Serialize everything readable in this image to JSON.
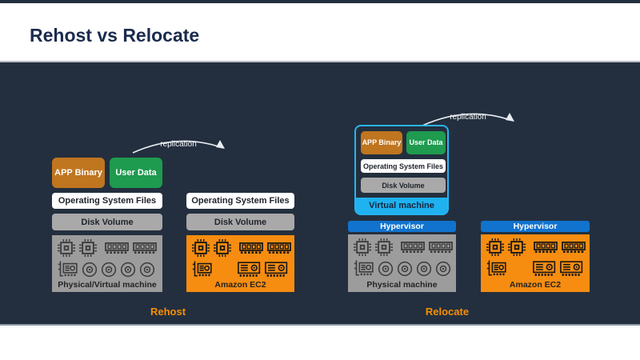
{
  "title": "Rehost vs Relocate",
  "colors": {
    "background_dark": "#232f3e",
    "header_bg": "#ffffff",
    "title_text": "#1b2b4e",
    "app_binary_orange": "#c0751f",
    "user_data_green": "#1e9b4f",
    "disk_volume_gray": "#a9a9a9",
    "machine_gray": "#9c9c9c",
    "ec2_orange": "#f68d11",
    "hypervisor_blue": "#1173ce",
    "virtual_machine_cyan": "#1fb1f0",
    "accent_orange": "#f78f04"
  },
  "hardware_icons": {
    "cpu": "cpu-chip",
    "ram": "memory-module",
    "nic": "network-card",
    "disk": "disk-drive",
    "gpu": "gpu-card"
  },
  "rehost": {
    "section_label": "Rehost",
    "replication_label": "replication",
    "source": {
      "app_binary": "APP Binary",
      "user_data": "User Data",
      "os_files": "Operating System Files",
      "disk_volume": "Disk Volume",
      "machine": "Physical/Virtual machine"
    },
    "target": {
      "os_files": "Operating System Files",
      "disk_volume": "Disk Volume",
      "machine": "Amazon EC2"
    }
  },
  "relocate": {
    "section_label": "Relocate",
    "replication_label": "replication",
    "vm": {
      "app_binary": "APP Binary",
      "user_data": "User Data",
      "os_files": "Operating System Files",
      "disk_volume": "Disk Volume",
      "label": "Virtual machine"
    },
    "source": {
      "hypervisor": "Hypervisor",
      "machine": "Physical machine"
    },
    "target": {
      "hypervisor": "Hypervisor",
      "machine": "Amazon EC2"
    }
  }
}
